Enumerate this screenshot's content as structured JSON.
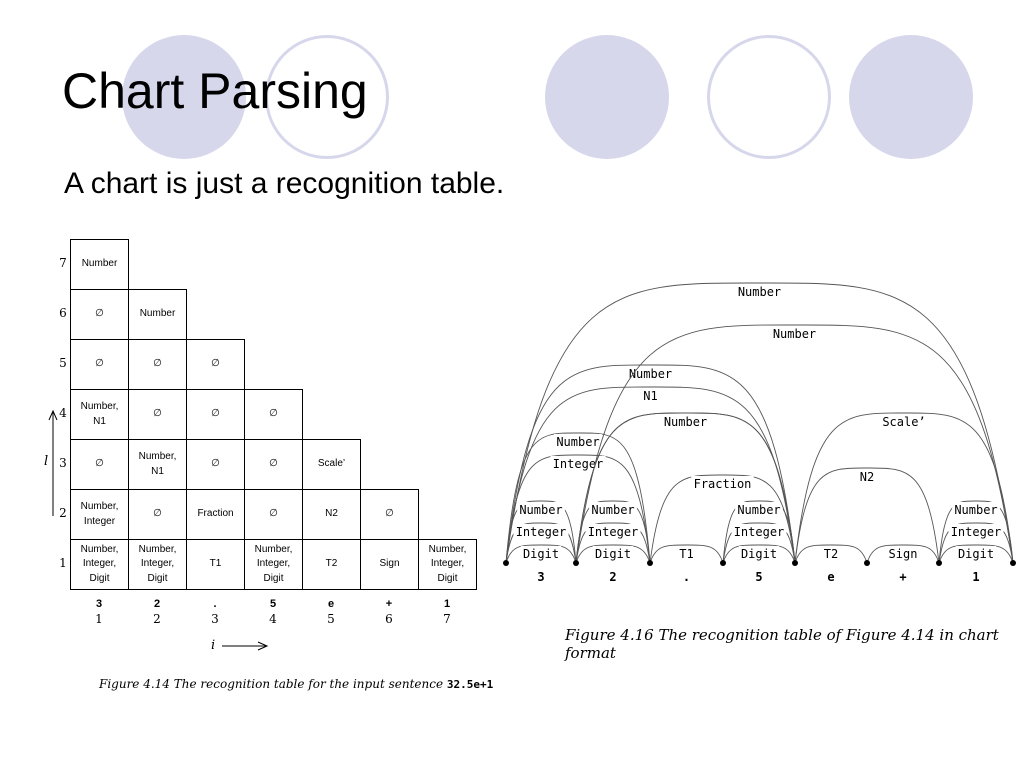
{
  "slide": {
    "title": "Chart Parsing",
    "subtitle": "A chart is just a recognition table."
  },
  "decor_colors": {
    "circle_fill": "#d7d7ec",
    "circle_ring": "#d7d7ec"
  },
  "recognition_table": {
    "axis_row_label": "l",
    "axis_col_label": "i",
    "row_labels": [
      "7",
      "6",
      "5",
      "4",
      "3",
      "2",
      "1"
    ],
    "columns": [
      {
        "char": "3",
        "index": "1"
      },
      {
        "char": "2",
        "index": "2"
      },
      {
        "char": ".",
        "index": "3"
      },
      {
        "char": "5",
        "index": "4"
      },
      {
        "char": "e",
        "index": "5"
      },
      {
        "char": "+",
        "index": "6"
      },
      {
        "char": "1",
        "index": "7"
      }
    ],
    "rows": [
      [
        "Number"
      ],
      [
        "∅",
        "Number"
      ],
      [
        "∅",
        "∅",
        "∅"
      ],
      [
        "Number,\nN1",
        "∅",
        "∅",
        "∅"
      ],
      [
        "∅",
        "Number,\nN1",
        "∅",
        "∅",
        "Scale’"
      ],
      [
        "Number,\nInteger",
        "∅",
        "Fraction",
        "∅",
        "N2",
        "∅"
      ],
      [
        "Number,\nInteger,\nDigit",
        "Number,\nInteger,\nDigit",
        "T1",
        "Number,\nInteger,\nDigit",
        "T2",
        "Sign",
        "Number,\nInteger,\nDigit"
      ]
    ],
    "caption": "Figure 4.14  The recognition table for the input sentence",
    "caption_code": "32.5e+1"
  },
  "chart_format": {
    "tokens": [
      "3",
      "2",
      ".",
      "5",
      "e",
      "+",
      "1"
    ],
    "arcs": [
      {
        "label": "Digit",
        "from": 0,
        "to": 1
      },
      {
        "label": "Integer",
        "from": 0,
        "to": 1
      },
      {
        "label": "Number",
        "from": 0,
        "to": 1
      },
      {
        "label": "Digit",
        "from": 1,
        "to": 2
      },
      {
        "label": "Integer",
        "from": 1,
        "to": 2
      },
      {
        "label": "Number",
        "from": 1,
        "to": 2
      },
      {
        "label": "T1",
        "from": 2,
        "to": 3
      },
      {
        "label": "Digit",
        "from": 3,
        "to": 4
      },
      {
        "label": "Integer",
        "from": 3,
        "to": 4
      },
      {
        "label": "Number",
        "from": 3,
        "to": 4
      },
      {
        "label": "T2",
        "from": 4,
        "to": 5
      },
      {
        "label": "Sign",
        "from": 5,
        "to": 6
      },
      {
        "label": "Digit",
        "from": 6,
        "to": 7
      },
      {
        "label": "Integer",
        "from": 6,
        "to": 7
      },
      {
        "label": "Number",
        "from": 6,
        "to": 7
      },
      {
        "label": "Integer",
        "from": 0,
        "to": 2
      },
      {
        "label": "Number",
        "from": 0,
        "to": 2
      },
      {
        "label": "Fraction",
        "from": 2,
        "to": 4
      },
      {
        "label": "N1",
        "from": 1,
        "to": 4
      },
      {
        "label": "Number",
        "from": 1,
        "to": 4
      },
      {
        "label": "N1",
        "from": 0,
        "to": 4
      },
      {
        "label": "Number",
        "from": 0,
        "to": 4
      },
      {
        "label": "N2",
        "from": 4,
        "to": 6
      },
      {
        "label": "Scale’",
        "from": 4,
        "to": 7
      },
      {
        "label": "Number",
        "from": 1,
        "to": 7
      },
      {
        "label": "Number",
        "from": 0,
        "to": 7
      }
    ],
    "caption": "Figure 4.16  The recognition table of Figure 4.14 in chart format"
  }
}
